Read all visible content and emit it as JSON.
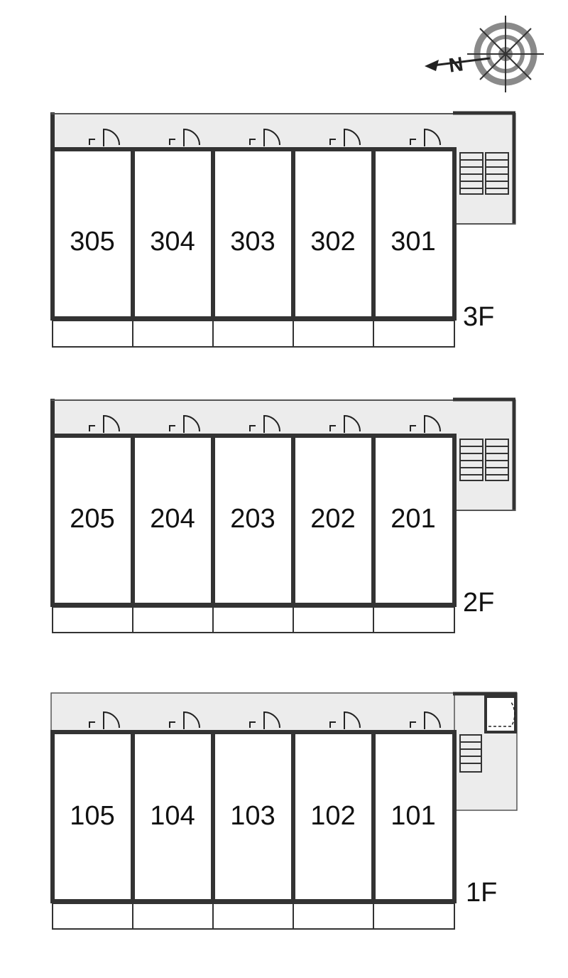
{
  "compass": {
    "north_label": "N",
    "icon": "compass-rose-icon"
  },
  "floors": [
    {
      "label": "3F",
      "units": [
        "305",
        "304",
        "303",
        "302",
        "301"
      ],
      "stairs": "upper"
    },
    {
      "label": "2F",
      "units": [
        "205",
        "204",
        "203",
        "202",
        "201"
      ],
      "stairs": "upper"
    },
    {
      "label": "1F",
      "units": [
        "105",
        "104",
        "103",
        "102",
        "101"
      ],
      "stairs": "ground"
    }
  ],
  "colors": {
    "wall": "#333333",
    "corridor": "#ececec",
    "line": "#222222"
  }
}
